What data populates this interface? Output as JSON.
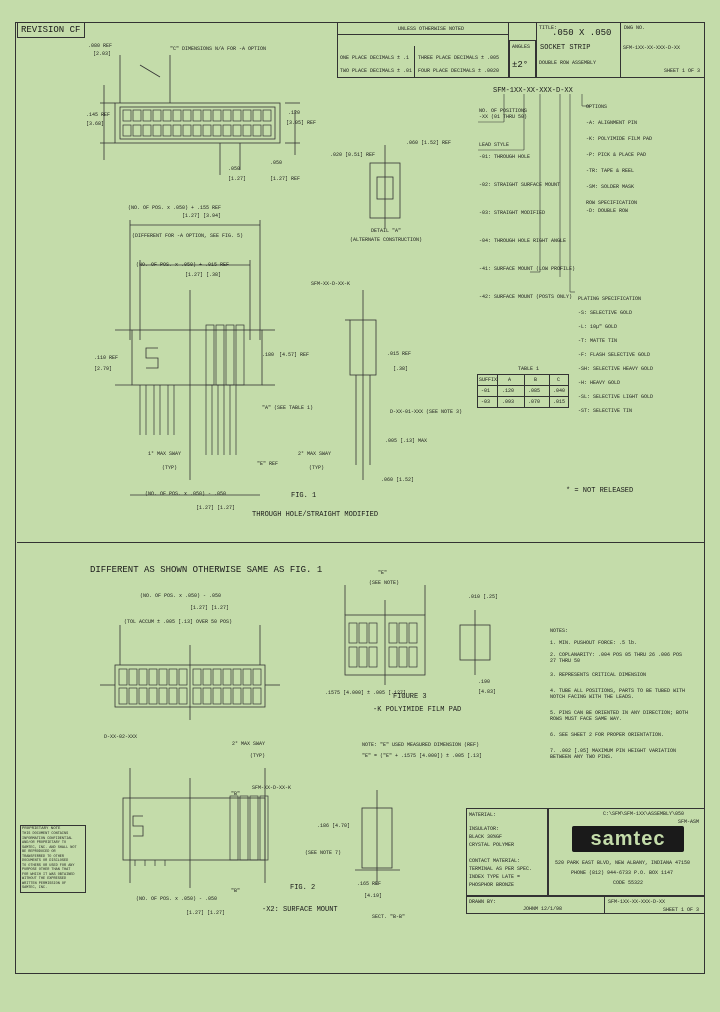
{
  "revision": {
    "label": "REVISION CF"
  },
  "tolerances": {
    "header": "UNLESS OTHERWISE NOTED",
    "one_place": "ONE PLACE DECIMALS ± .1",
    "two_place": "TWO PLACE DECIMALS ± .01",
    "three_place": "THREE PLACE DECIMALS ± .005",
    "four_place": "FOUR PLACE DECIMALS ± .0020",
    "angles_label": "ANGLES",
    "angles_value": "±2°"
  },
  "title_block": {
    "title_label": "TITLE:",
    "title_1": ".050 X .050",
    "title_2": "SOCKET STRIP",
    "title_3": "DOUBLE ROW ASSEMBLY",
    "dwg_label": "DWG NO.",
    "dwg_no": "SFM-1XX-XX-XXX-D-XX",
    "sheet": "SHEET 1 OF 3"
  },
  "part_number": {
    "code": "SFM-1XX-XX-XXX-D-XX",
    "left_items": [
      "NO. OF POSITIONS",
      "-XX (01 THRU 50)",
      "LEAD STYLE",
      "-01: THROUGH HOLE",
      "-02: STRAIGHT SURFACE MOUNT",
      "-03: STRAIGHT MODIFIED",
      "-04: THROUGH HOLE RIGHT ANGLE",
      "-41: SURFACE MOUNT (LOW PROFILE)",
      "-42: SURFACE MOUNT (POSTS ONLY)"
    ],
    "right_items": [
      "OPTIONS",
      "-A: ALIGNMENT PIN",
      "-K: POLYIMIDE FILM PAD",
      "-P: PICK & PLACE PAD",
      "-TR: TAPE & REEL",
      "-SM: SOLDER MASK",
      "ROW SPECIFICATION",
      "-D: DOUBLE ROW",
      "PLATING SPECIFICATION",
      "-S: SELECTIVE GOLD",
      "-L: 10µ\" GOLD",
      "-T: MATTE TIN",
      "-F: FLASH SELECTIVE GOLD",
      "-SH: SELECTIVE HEAVY GOLD",
      "-H: HEAVY GOLD",
      "-SL: SELECTIVE LIGHT GOLD",
      "-ST: SELECTIVE TIN"
    ]
  },
  "table1": {
    "title": "TABLE 1",
    "headers": [
      "SUFFIX",
      "A",
      "B",
      "C"
    ],
    "rows": [
      [
        "-01",
        ".120",
        ".085",
        ".040"
      ],
      [
        "-03",
        ".093",
        ".070",
        ".015"
      ]
    ]
  },
  "not_released": "* = NOT RELEASED",
  "fig1": {
    "caption": "FIG. 1",
    "sub": "THROUGH HOLE/STRAIGHT MODIFIED",
    "dim_top1": "(NO. OF POS. x .050) + .155 REF",
    "dim_top1_mm": "[1.27]   [3.94]",
    "dim_top1_note": "(DIFFERENT FOR -A OPTION, SEE FIG. 5)",
    "dim_top2": "(NO. OF POS. x .050) + .015 REF",
    "dim_top2_mm": "[1.27]   [.38]",
    "dim_left": ".110 REF",
    "dim_left_mm": "[2.79]",
    "dim_right": ".180",
    "dim_right_mm": "[4.57] REF",
    "see_table": "\"A\"\n(SEE TABLE 1)",
    "sway": "1° MAX SWAY",
    "typ": "(TYP)",
    "e_ref": "\"E\" REF",
    "dim_bottom": "(NO. OF POS. x .050) - .050",
    "dim_bottom_mm": "[1.27]   [1.27]",
    "part_label": "SFM-XX-D-XX-K",
    "side_015": ".015 REF",
    "side_38": "[.38]",
    "side_sway": "2° MAX SWAY",
    "side_typ": "(TYP)",
    "side_005": ".005 [.13] MAX",
    "side_060": ".060 [1.52]",
    "side_note": "D-XX-01-XXX\n(SEE NOTE 3)"
  },
  "top_view": {
    "dim1": ".080 REF",
    "dim1_mm": "[2.03]",
    "note": "\"C\"   DIMENSIONS N/A FOR -A OPTION",
    "dim2": ".145 REF",
    "dim2_mm": "[3.68]",
    "dim3": ".120",
    "dim3_mm": "[3.05] REF",
    "dim4": ".050",
    "dim4_mm": "[1.27]",
    "dim5": ".050",
    "dim5_mm": "[1.27] REF"
  },
  "detail": {
    "dim_a": ".020 [0.51] REF",
    "dim_b": ".060 [1.52] REF",
    "label": "DETAIL \"A\"",
    "sub": "(ALTERNATE CONSTRUCTION)"
  },
  "fig2_area": {
    "heading": "DIFFERENT AS SHOWN OTHERWISE SAME AS FIG. 1",
    "dim1": "(NO. OF POS. x .050) - .050",
    "dim1_mm": "[1.27]   [1.27]",
    "dim2": "(TOL ACCUM ± .005 [.13] OVER 50 POS)",
    "part_label": "D-XX-02-XXX",
    "sway": "2° MAX SWAY",
    "typ": "(TYP)",
    "top_part": "SFM-XX-D-XX-K",
    "b_label": "\"B\"",
    "c_label": "\"B\"",
    "dim_bottom": "(NO. OF POS. x .050) - .050",
    "dim_bottom_mm": "[1.27]   [1.27]",
    "caption": "FIG. 2",
    "sub": "-X2: SURFACE MOUNT",
    "section": "SECT. \"B-B\"",
    "side_dims": ".165 REF",
    "side_dims_mm": "[4.19]",
    "side_note": "(SEE NOTE 7)",
    "side_186": ".186 [4.70]"
  },
  "fig3": {
    "dim_e": "\"E\"",
    "see_note": "(SEE NOTE)",
    "dim_a": ".010 [.25]",
    "caption": "FIGURE 3",
    "sub": "-K POLYIMIDE FILM PAD",
    "pad_dim": ".1575 [4.000] ± .005 [.127]",
    "side_dim": ".190",
    "side_mm": "[4.83]",
    "note_e1": "NOTE: \"E\" USED MEASURED DIMENSION (REF)",
    "note_e2": "\"E\" = (\"E\" + .1575 [4.000]) ± .005 [.13]"
  },
  "notes": {
    "title": "NOTES:",
    "items": [
      "1. MIN. PUSHOUT FORCE: .5 lb.",
      "2. COPLANARITY: .004 POS 05 THRU 26 .006 POS 27 THRU 50",
      "3. REPRESENTS CRITICAL DIMENSION",
      "4. TUBE ALL POSITIONS, PARTS TO BE TUBED WITH NOTCH FACING WITH THE LEADS.",
      "5. PINS CAN BE ORIENTED IN ANY DIRECTION; BOTH ROWS MUST FACE SAME WAY.",
      "6. SEE SHEET 2 FOR PROPER ORIENTATION.",
      "7. .002 [.05] MAXIMUM PIN HEIGHT VARIATION BETWEEN ANY TWO PINS."
    ]
  },
  "proprietary": {
    "title": "PROPRIETARY NOTE",
    "lines": [
      "THIS DOCUMENT CONTAINS",
      "INFORMATION CONFIDENTIAL",
      "AND/OR PROPRIETARY TO",
      "SAMTEC, INC. AND SHALL NOT",
      "BE REPRODUCED OR",
      "TRANSFERRED TO OTHER",
      "DOCUMENTS OR DISCLOSED",
      "TO OTHERS OR USED FOR ANY",
      "PURPOSE OTHER THAN THAT",
      "FOR WHICH IT WAS OBTAINED",
      "WITHOUT THE EXPRESSED",
      "WRITTEN PERMISSION OF",
      "SAMTEC, INC."
    ]
  },
  "material": {
    "label": "MATERIAL:",
    "insulator": "INSULATOR:",
    "insulator_1": "BLACK  30%GF",
    "insulator_2": "CRYSTAL POLYMER",
    "contact": "CONTACT MATERIAL:",
    "contact_1": "TERMINAL AS PER SPEC.",
    "contact_2": "INDEX TYPE LATE =",
    "contact_3": "PHOSPHOR BRONZE"
  },
  "company": {
    "path": "C:\\SFM\\SFM-1XX\\ASSEMBLY\\050",
    "sub": "SFM-ASM",
    "logo": "samtec",
    "address": "520 PARK EAST BLVD, NEW ALBANY, INDIANA 47150",
    "phone": "PHONE (812) 944-6733  P.O. BOX 1147",
    "fax": "CODE 55322",
    "drawn_label": "DRAWN BY:",
    "drawn": "JOHNM 12/1/98",
    "footer_dwg": "SFM-1XX-XX-XXX-D-XX",
    "footer_sheet": "SHEET 1 OF 3"
  }
}
